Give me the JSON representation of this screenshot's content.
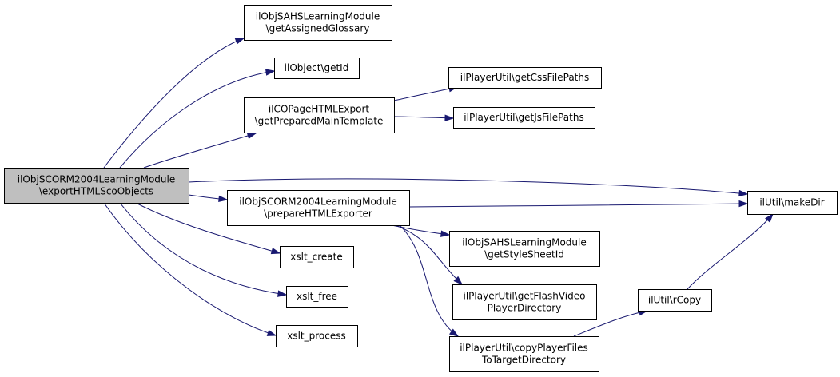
{
  "nodes": [
    {
      "id": "root",
      "lines": [
        "ilObjSCORM2004LearningModule",
        "\\exportHTMLScoObjects"
      ],
      "highlighted": true
    },
    {
      "id": "getAssignedGlossary",
      "lines": [
        "ilObjSAHSLearningModule",
        "\\getAssignedGlossary"
      ]
    },
    {
      "id": "getId",
      "lines": [
        "ilObject\\getId"
      ]
    },
    {
      "id": "getPreparedMainTemplate",
      "lines": [
        "ilCOPageHTMLExport",
        "\\getPreparedMainTemplate"
      ]
    },
    {
      "id": "getCssFilePaths",
      "lines": [
        "ilPlayerUtil\\getCssFilePaths"
      ]
    },
    {
      "id": "getJsFilePaths",
      "lines": [
        "ilPlayerUtil\\getJsFilePaths"
      ]
    },
    {
      "id": "prepareHTMLExporter",
      "lines": [
        "ilObjSCORM2004LearningModule",
        "\\prepareHTMLExporter"
      ]
    },
    {
      "id": "makeDir",
      "lines": [
        "ilUtil\\makeDir"
      ]
    },
    {
      "id": "xslt_create",
      "lines": [
        "xslt_create"
      ]
    },
    {
      "id": "xslt_free",
      "lines": [
        "xslt_free"
      ]
    },
    {
      "id": "xslt_process",
      "lines": [
        "xslt_process"
      ]
    },
    {
      "id": "getStyleSheetId",
      "lines": [
        "ilObjSAHSLearningModule",
        "\\getStyleSheetId"
      ]
    },
    {
      "id": "getFlashVideoPlayerDirectory",
      "lines": [
        "ilPlayerUtil\\getFlashVideo",
        "PlayerDirectory"
      ]
    },
    {
      "id": "copyPlayerFilesToTargetDirectory",
      "lines": [
        "ilPlayerUtil\\copyPlayerFiles",
        "ToTargetDirectory"
      ]
    },
    {
      "id": "rCopy",
      "lines": [
        "ilUtil\\rCopy"
      ]
    }
  ],
  "edges": [
    {
      "from": "root",
      "to": "getAssignedGlossary"
    },
    {
      "from": "root",
      "to": "getId"
    },
    {
      "from": "root",
      "to": "getPreparedMainTemplate"
    },
    {
      "from": "root",
      "to": "makeDir"
    },
    {
      "from": "root",
      "to": "prepareHTMLExporter"
    },
    {
      "from": "root",
      "to": "xslt_create"
    },
    {
      "from": "root",
      "to": "xslt_free"
    },
    {
      "from": "root",
      "to": "xslt_process"
    },
    {
      "from": "getPreparedMainTemplate",
      "to": "getCssFilePaths"
    },
    {
      "from": "getPreparedMainTemplate",
      "to": "getJsFilePaths"
    },
    {
      "from": "prepareHTMLExporter",
      "to": "makeDir"
    },
    {
      "from": "prepareHTMLExporter",
      "to": "getStyleSheetId"
    },
    {
      "from": "prepareHTMLExporter",
      "to": "getFlashVideoPlayerDirectory"
    },
    {
      "from": "prepareHTMLExporter",
      "to": "copyPlayerFilesToTargetDirectory"
    },
    {
      "from": "copyPlayerFilesToTargetDirectory",
      "to": "rCopy"
    },
    {
      "from": "rCopy",
      "to": "makeDir"
    }
  ],
  "colors": {
    "edge": "#191970",
    "node_fill": "#ffffff",
    "highlight_fill": "#bfbfbf",
    "border": "#000000"
  }
}
